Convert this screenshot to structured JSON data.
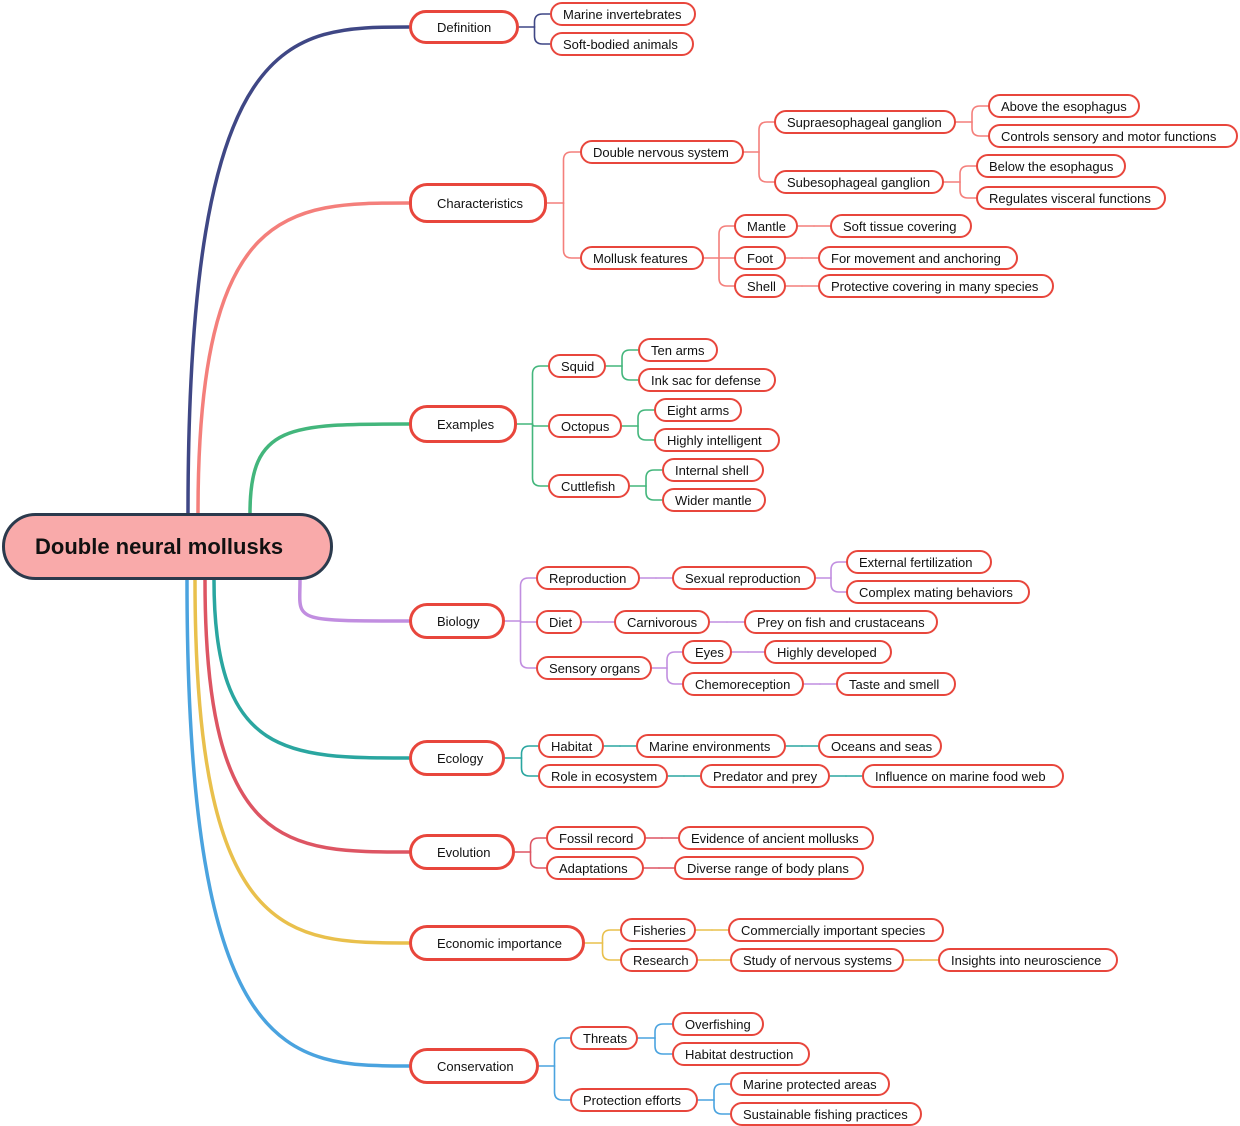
{
  "root": "Double neural mollusks",
  "branches": [
    {
      "label": "Definition",
      "color": "#3f4785",
      "children": [
        {
          "label": "Marine invertebrates"
        },
        {
          "label": "Soft-bodied animals"
        }
      ]
    },
    {
      "label": "Characteristics",
      "color": "#f47f7b",
      "children": [
        {
          "label": "Double nervous system",
          "children": [
            {
              "label": "Supraesophageal ganglion",
              "children": [
                {
                  "label": "Above the esophagus"
                },
                {
                  "label": "Controls sensory and motor functions"
                }
              ]
            },
            {
              "label": "Subesophageal ganglion",
              "children": [
                {
                  "label": "Below the esophagus"
                },
                {
                  "label": "Regulates visceral functions"
                }
              ]
            }
          ]
        },
        {
          "label": "Mollusk features",
          "children": [
            {
              "label": "Mantle",
              "children": [
                {
                  "label": "Soft tissue covering"
                }
              ]
            },
            {
              "label": "Foot",
              "children": [
                {
                  "label": "For movement and anchoring"
                }
              ]
            },
            {
              "label": "Shell",
              "children": [
                {
                  "label": "Protective covering in many species"
                }
              ]
            }
          ]
        }
      ]
    },
    {
      "label": "Examples",
      "color": "#43b67c",
      "children": [
        {
          "label": "Squid",
          "children": [
            {
              "label": "Ten arms"
            },
            {
              "label": "Ink sac for defense"
            }
          ]
        },
        {
          "label": "Octopus",
          "children": [
            {
              "label": "Eight arms"
            },
            {
              "label": "Highly intelligent"
            }
          ]
        },
        {
          "label": "Cuttlefish",
          "children": [
            {
              "label": "Internal shell"
            },
            {
              "label": "Wider mantle"
            }
          ]
        }
      ]
    },
    {
      "label": "Biology",
      "color": "#c18ee0",
      "children": [
        {
          "label": "Reproduction",
          "children": [
            {
              "label": "Sexual reproduction",
              "children": [
                {
                  "label": "External fertilization"
                },
                {
                  "label": "Complex mating behaviors"
                }
              ]
            }
          ]
        },
        {
          "label": "Diet",
          "children": [
            {
              "label": "Carnivorous",
              "children": [
                {
                  "label": "Prey on fish and crustaceans"
                }
              ]
            }
          ]
        },
        {
          "label": "Sensory organs",
          "children": [
            {
              "label": "Eyes",
              "children": [
                {
                  "label": "Highly developed"
                }
              ]
            },
            {
              "label": "Chemoreception",
              "children": [
                {
                  "label": "Taste and smell"
                }
              ]
            }
          ]
        }
      ]
    },
    {
      "label": "Ecology",
      "color": "#2aa6a0",
      "children": [
        {
          "label": "Habitat",
          "children": [
            {
              "label": "Marine environments",
              "children": [
                {
                  "label": "Oceans and seas"
                }
              ]
            }
          ]
        },
        {
          "label": "Role in ecosystem",
          "children": [
            {
              "label": "Predator and prey",
              "children": [
                {
                  "label": "Influence on marine food web"
                }
              ]
            }
          ]
        }
      ]
    },
    {
      "label": "Evolution",
      "color": "#dd5563",
      "children": [
        {
          "label": "Fossil record",
          "children": [
            {
              "label": "Evidence of ancient mollusks"
            }
          ]
        },
        {
          "label": "Adaptations",
          "children": [
            {
              "label": "Diverse range of body plans"
            }
          ]
        }
      ]
    },
    {
      "label": "Economic importance",
      "color": "#e9c04c",
      "children": [
        {
          "label": "Fisheries",
          "children": [
            {
              "label": "Commercially important species"
            }
          ]
        },
        {
          "label": "Research",
          "children": [
            {
              "label": "Study of nervous systems",
              "children": [
                {
                  "label": "Insights into neuroscience"
                }
              ]
            }
          ]
        }
      ]
    },
    {
      "label": "Conservation",
      "color": "#4aa3df",
      "children": [
        {
          "label": "Threats",
          "children": [
            {
              "label": "Overfishing"
            },
            {
              "label": "Habitat destruction"
            }
          ]
        },
        {
          "label": "Protection efforts",
          "children": [
            {
              "label": "Marine protected areas"
            },
            {
              "label": "Sustainable fishing practices"
            }
          ]
        }
      ]
    }
  ]
}
